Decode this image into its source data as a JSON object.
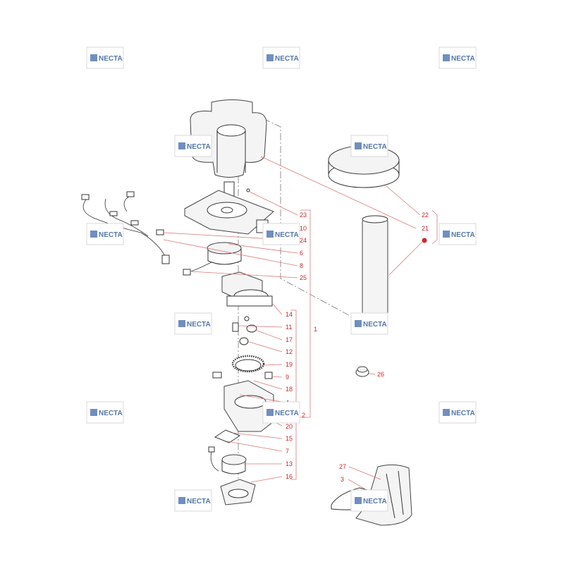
{
  "watermark": {
    "text": "NECTA"
  },
  "callouts": {
    "c1": "1",
    "c2": "2",
    "c3": "3",
    "c4": "4",
    "c5": "5",
    "c6": "6",
    "c7": "7",
    "c8": "8",
    "c9": "9",
    "c10": "10",
    "c11": "11",
    "c12": "12",
    "c13": "13",
    "c14": "14",
    "c15": "15",
    "c16": "16",
    "c17": "17",
    "c18": "18",
    "c19": "19",
    "c20": "20",
    "c21": "21",
    "c22": "22",
    "c23": "23",
    "c24": "24",
    "c25": "25",
    "c26": "26",
    "c27": "27"
  },
  "colors": {
    "callout": "#d0252a",
    "leader": "#d97a7a",
    "watermark": "#5577aa"
  }
}
